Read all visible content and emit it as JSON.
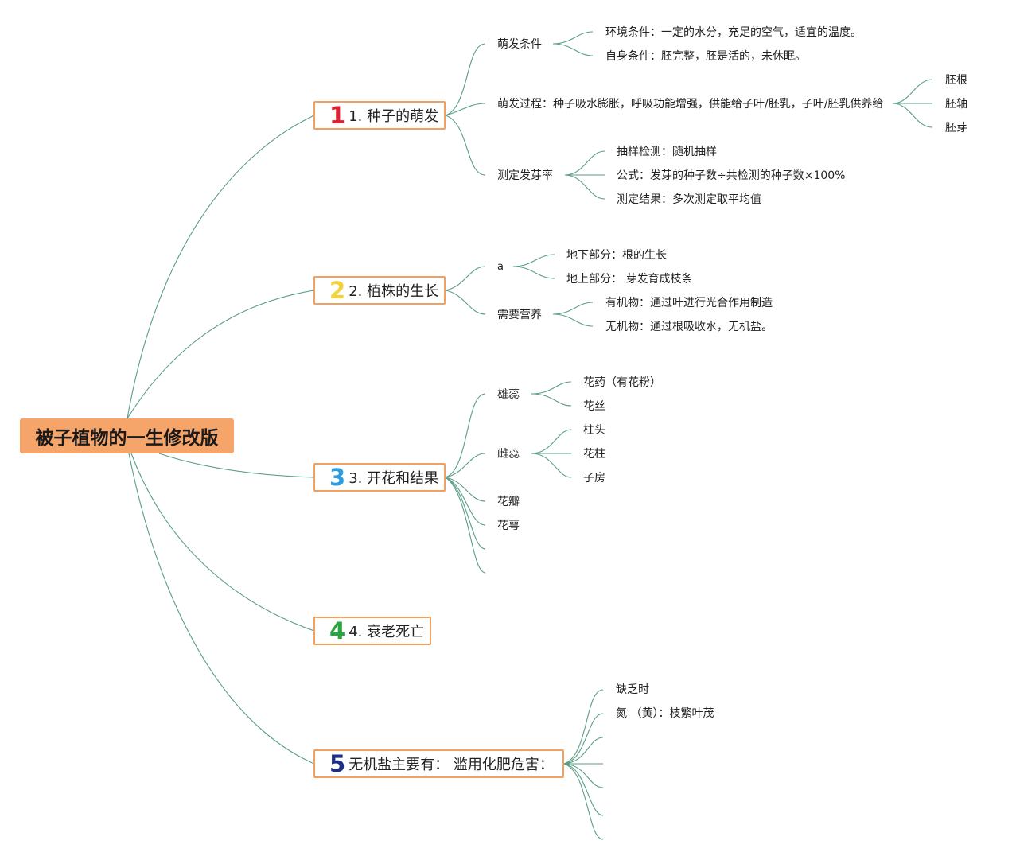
{
  "root": {
    "label": "被子植物的一生修改版"
  },
  "branches": [
    {
      "number": "1",
      "number_color": "#e0202e",
      "label": "1. 种子的萌发",
      "children": [
        {
          "label": "萌发条件",
          "children": [
            "环境条件：一定的水分，充足的空气，适宜的温度。",
            "自身条件：胚完整，胚是活的，未休眠。"
          ]
        },
        {
          "label": "萌发过程：种子吸水膨胀，呼吸功能增强，供能给子叶/胚乳，子叶/胚乳供养给",
          "children": [
            "胚根",
            "胚轴",
            "胚芽"
          ]
        },
        {
          "label": "测定发芽率",
          "children": [
            "抽样检测：随机抽样",
            "公式：发芽的种子数÷共检测的种子数×100%",
            "测定结果：多次测定取平均值"
          ]
        }
      ]
    },
    {
      "number": "2",
      "number_color": "#f3d33b",
      "label": "2. 植株的生长",
      "children": [
        {
          "label": "a",
          "children": [
            "地下部分：根的生长",
            "地上部分： 芽发育成枝条"
          ]
        },
        {
          "label": "需要营养",
          "children": [
            "有机物：通过叶进行光合作用制造",
            "无机物：通过根吸收水，无机盐。"
          ]
        }
      ]
    },
    {
      "number": "3",
      "number_color": "#2c9ee0",
      "label": "3. 开花和结果",
      "children": [
        {
          "label": "雄蕊",
          "children": [
            "花药（有花粉）",
            "花丝"
          ]
        },
        {
          "label": "雌蕊",
          "children": [
            "柱头",
            "花柱",
            "子房"
          ]
        },
        {
          "label": "花瓣",
          "children": []
        },
        {
          "label": "花萼",
          "children": []
        },
        {
          "label": "",
          "children": []
        },
        {
          "label": "",
          "children": []
        }
      ]
    },
    {
      "number": "4",
      "number_color": "#2aa640",
      "label": "4. 衰老死亡",
      "children": []
    },
    {
      "number": "5",
      "number_color": "#1c2f86",
      "label": "无机盐主要有： 滥用化肥危害：",
      "children": [
        {
          "label": "缺乏时",
          "children": []
        },
        {
          "label": "氮 （黄）：枝繁叶茂",
          "children": []
        },
        {
          "label": "",
          "children": []
        },
        {
          "label": "",
          "children": []
        },
        {
          "label": "",
          "children": []
        },
        {
          "label": "",
          "children": []
        },
        {
          "label": "",
          "children": []
        }
      ]
    }
  ],
  "colors": {
    "line": "#5a9e86",
    "root_fill": "#f5a46a",
    "branch_border": "#f2a05e"
  }
}
